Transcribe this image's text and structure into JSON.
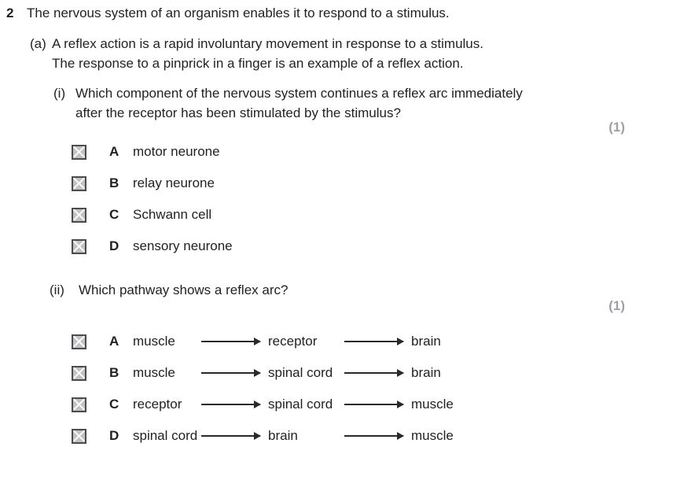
{
  "colors": {
    "text": "#231f20",
    "marks_gray": "#9da0a4",
    "checkbox_fill": "#c0c2c4",
    "checkbox_border": "#4b4b4d",
    "checkbox_x": "#fbfbfb",
    "background": "#ffffff"
  },
  "question": {
    "number": "2",
    "stem": "The nervous system of an organism enables it to respond to a stimulus.",
    "part_a": {
      "label": "(a)",
      "intro_lines": [
        "A reflex action is a rapid involuntary movement in response to a stimulus.",
        "The response to a pinprick in a finger is an example of a reflex action."
      ],
      "sub_i": {
        "label": "(i)",
        "prompt_lines": [
          "Which component of the nervous system continues a reflex arc immediately",
          "after the receptor has been stimulated by the stimulus?"
        ],
        "marks": "(1)",
        "options": [
          {
            "letter": "A",
            "text": "motor neurone"
          },
          {
            "letter": "B",
            "text": "relay neurone"
          },
          {
            "letter": "C",
            "text": "Schwann cell"
          },
          {
            "letter": "D",
            "text": "sensory neurone"
          }
        ]
      },
      "sub_ii": {
        "label": "(ii)",
        "prompt": "Which pathway shows a reflex arc?",
        "marks": "(1)",
        "options": [
          {
            "letter": "A",
            "steps": [
              "muscle",
              "receptor",
              "brain"
            ]
          },
          {
            "letter": "B",
            "steps": [
              "muscle",
              "spinal cord",
              "brain"
            ]
          },
          {
            "letter": "C",
            "steps": [
              "receptor",
              "spinal cord",
              "muscle"
            ]
          },
          {
            "letter": "D",
            "steps": [
              "spinal cord",
              "brain",
              "muscle"
            ]
          }
        ]
      }
    }
  }
}
